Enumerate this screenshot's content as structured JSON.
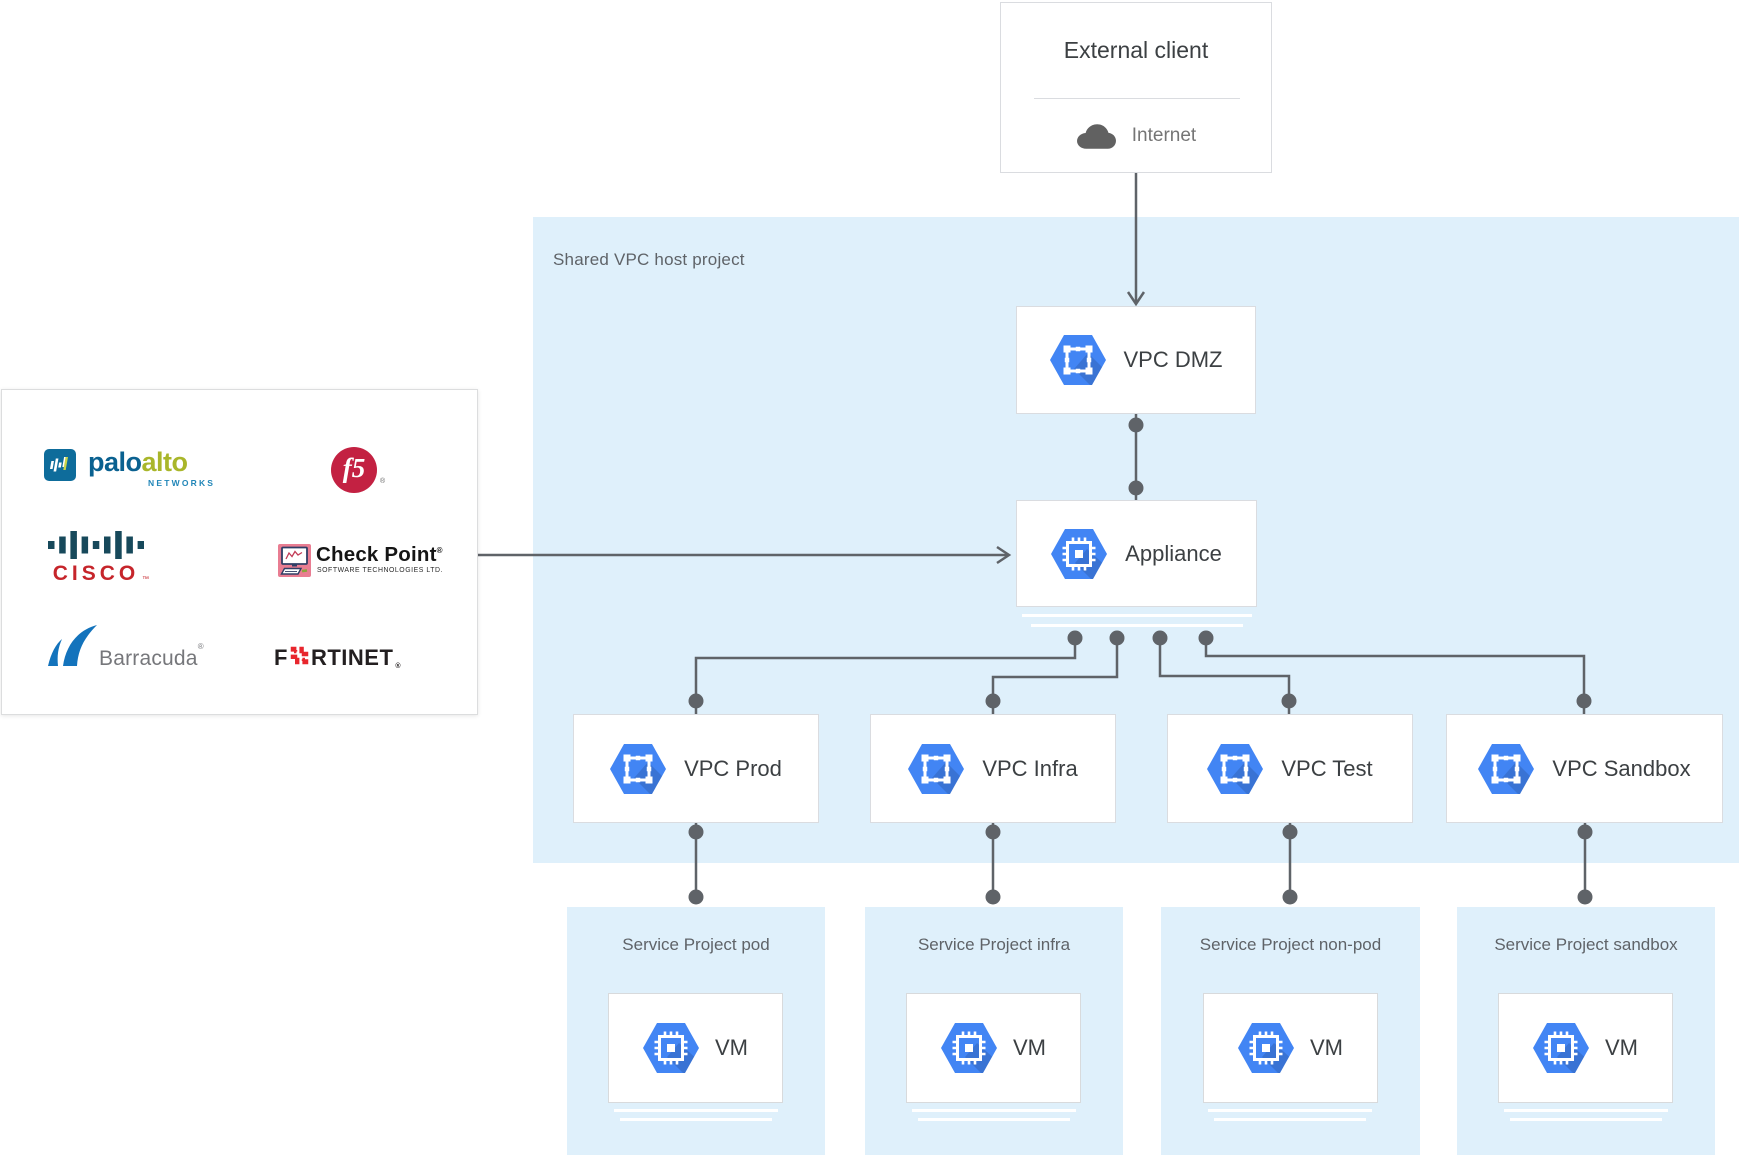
{
  "colors": {
    "zone_blue": "#DFF0FB",
    "hexagon_blue": "#4285F4",
    "connector_gray": "#5F6368",
    "card_border": "#DADCE0",
    "paloalto_blue": "#0A6190",
    "paloalto_green": "#A9B62A",
    "f5_red": "#C32142",
    "cisco_red": "#C6252B",
    "cisco_bars_teal": "#17495B",
    "checkpoint_pink": "#E97D92",
    "barracuda_blue": "#1373BC",
    "fortinet_red": "#E8262D"
  },
  "external_client": {
    "title": "External client",
    "internet": "Internet"
  },
  "shared_vpc": {
    "label": "Shared VPC host project",
    "dmz": {
      "label": "VPC DMZ"
    },
    "appliance": {
      "label": "Appliance"
    },
    "vpcs": [
      {
        "label": "VPC Prod"
      },
      {
        "label": "VPC Infra"
      },
      {
        "label": "VPC Test"
      },
      {
        "label": "VPC Sandbox"
      }
    ]
  },
  "service_projects": [
    {
      "label": "Service Project pod",
      "vm_label": "VM"
    },
    {
      "label": "Service Project infra",
      "vm_label": "VM"
    },
    {
      "label": "Service Project non-pod",
      "vm_label": "VM"
    },
    {
      "label": "Service Project sandbox",
      "vm_label": "VM"
    }
  ],
  "vendors": {
    "palo_alto": {
      "word_blue": "palo",
      "word_green": "alto",
      "sub": "NETWORKS"
    },
    "f5": {
      "text": "f5",
      "reg": "®"
    },
    "cisco": {
      "text": "CISCO",
      "tm": "™"
    },
    "check_point": {
      "name": "Check Point",
      "reg": "®",
      "sub": "SOFTWARE TECHNOLOGIES LTD."
    },
    "barracuda": {
      "name": "Barracuda",
      "reg": "®"
    },
    "fortinet": {
      "pre": "F",
      "post": "RTINET",
      "reg": "®"
    }
  }
}
